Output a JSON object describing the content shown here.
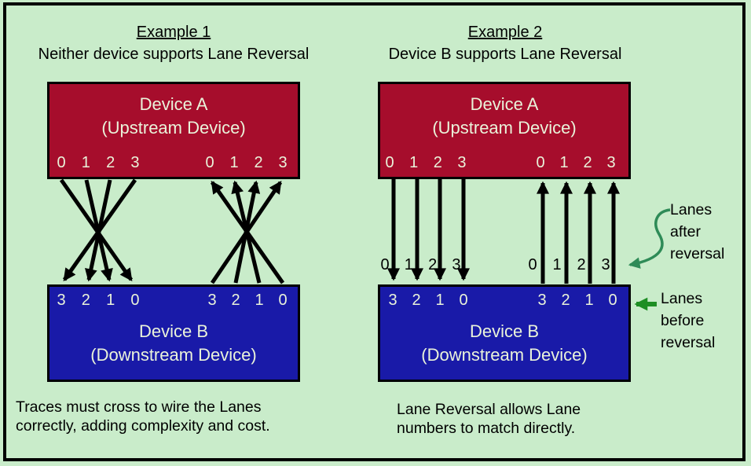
{
  "colors": {
    "background": "#c9ecca",
    "border": "#000000",
    "device_a_fill": "#a60d2c",
    "device_b_fill": "#191aa8",
    "device_text": "#eaf3da",
    "trace_arrow": "#000000",
    "before_arrow_green": "#1e8e24",
    "after_arrow_green": "#2e8b57"
  },
  "example1": {
    "title": "Example 1",
    "subtitle": "Neither device supports Lane Reversal",
    "device_a": {
      "name": "Device A",
      "role": "(Upstream Device)",
      "lanes_left": [
        "0",
        "1",
        "2",
        "3"
      ],
      "lanes_right": [
        "0",
        "1",
        "2",
        "3"
      ]
    },
    "device_b": {
      "name": "Device B",
      "role": "(Downstream Device)",
      "lanes_left": [
        "3",
        "2",
        "1",
        "0"
      ],
      "lanes_right": [
        "3",
        "2",
        "1",
        "0"
      ]
    },
    "caption": "Traces must cross to wire the Lanes\ncorrectly, adding complexity and cost."
  },
  "example2": {
    "title": "Example 2",
    "subtitle": "Device B supports Lane Reversal",
    "device_a": {
      "name": "Device A",
      "role": "(Upstream Device)",
      "lanes_left": [
        "0",
        "1",
        "2",
        "3"
      ],
      "lanes_right": [
        "0",
        "1",
        "2",
        "3"
      ]
    },
    "device_b": {
      "name": "Device B",
      "role": "(Downstream Device)",
      "lanes_left": [
        "3",
        "2",
        "1",
        "0"
      ],
      "lanes_right": [
        "3",
        "2",
        "1",
        "0"
      ]
    },
    "reversed_labels_left": [
      "0",
      "1",
      "2",
      "3"
    ],
    "reversed_labels_right": [
      "0",
      "1",
      "2",
      "3"
    ],
    "caption": "Lane Reversal allows Lane\nnumbers to match directly."
  },
  "annotations": {
    "lanes_after_reversal": "Lanes\nafter\nreversal",
    "lanes_before_reversal": "Lanes\nbefore\nreversal"
  }
}
